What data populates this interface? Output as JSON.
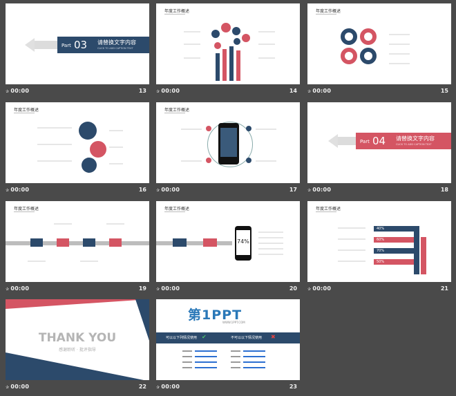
{
  "slides": [
    {
      "duration": "00:00",
      "number": "13",
      "part_label": "Part",
      "part_num": "03",
      "title": "请替换文字内容",
      "subtitle": "CLICK TO ADD CAPTION TEXT"
    },
    {
      "duration": "00:00",
      "number": "14",
      "header": "年度工作概述"
    },
    {
      "duration": "00:00",
      "number": "15",
      "header": "年度工作概述"
    },
    {
      "duration": "00:00",
      "number": "16",
      "header": "年度工作概述"
    },
    {
      "duration": "00:00",
      "number": "17",
      "header": "年度工作概述"
    },
    {
      "duration": "00:00",
      "number": "18",
      "part_label": "Part",
      "part_num": "04",
      "title": "请替换文字内容",
      "subtitle": "CLICK TO ADD CAPTION TEXT"
    },
    {
      "duration": "00:00",
      "number": "19",
      "header": "年度工作概述"
    },
    {
      "duration": "00:00",
      "number": "20",
      "header": "年度工作概述",
      "phone_value": "74%"
    },
    {
      "duration": "00:00",
      "number": "21",
      "header": "年度工作概述",
      "percents": [
        "40%",
        "60%",
        "70%",
        "50%"
      ]
    },
    {
      "duration": "00:00",
      "number": "22",
      "thank_you": "THANK YOU",
      "thanks_sub": "感谢聆听 · 批评指导"
    },
    {
      "duration": "00:00",
      "number": "23",
      "logo": "第1PPT",
      "logo_url": "WWW.1PPT.COM",
      "left_heading": "可以以下列情况使用",
      "right_heading": "不可以以下情况使用"
    }
  ],
  "colors": {
    "navy": "#2c4a6b",
    "red": "#d45563",
    "bg": "#4a4a4a"
  }
}
